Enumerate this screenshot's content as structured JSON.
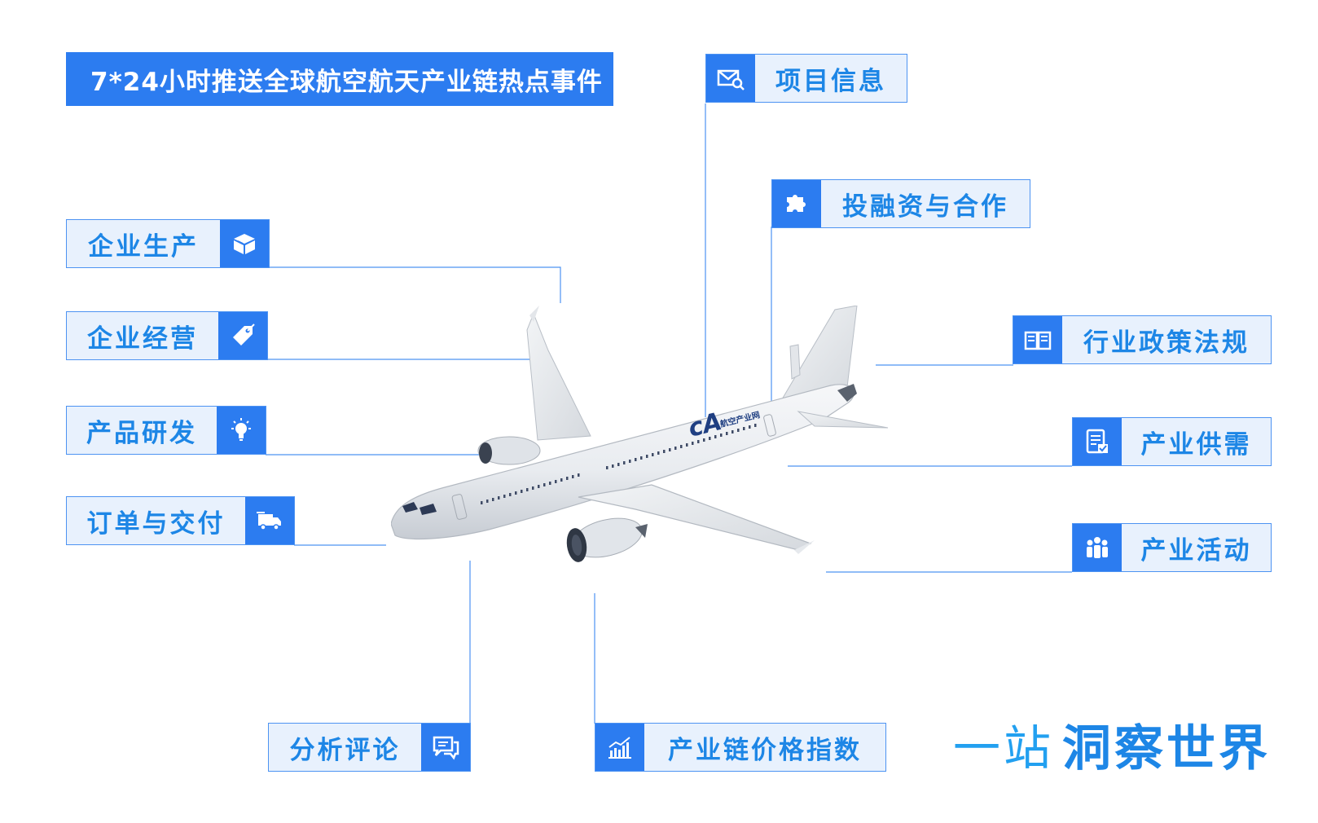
{
  "banner": {
    "text": "7*24小时推送全球航空航天产业链热点事件"
  },
  "left_tags": [
    {
      "label": "企业生产",
      "icon": "box-icon"
    },
    {
      "label": "企业经营",
      "icon": "price-tag-icon"
    },
    {
      "label": "产品研发",
      "icon": "lightbulb-icon"
    },
    {
      "label": "订单与交付",
      "icon": "delivery-truck-icon"
    }
  ],
  "top_tags": [
    {
      "label": "项目信息",
      "icon": "mail-search-icon"
    },
    {
      "label": "投融资与合作",
      "icon": "puzzle-icon"
    }
  ],
  "right_tags": [
    {
      "label": "行业政策法规",
      "icon": "book-icon"
    },
    {
      "label": "产业供需",
      "icon": "checklist-icon"
    },
    {
      "label": "产业活动",
      "icon": "people-group-icon"
    }
  ],
  "bottom_tags": [
    {
      "label": "分析评论",
      "icon": "chat-bubbles-icon"
    },
    {
      "label": "产业链价格指数",
      "icon": "bar-chart-icon"
    }
  ],
  "plane": {
    "logo_text": "航空产业网"
  },
  "slogan": {
    "light": "一站",
    "bold": "洞察世界"
  },
  "colors": {
    "primary": "#2c7cf0",
    "label": "#1d86e6",
    "tag_bg": "#e8f1fd",
    "line": "#4d93f2"
  }
}
